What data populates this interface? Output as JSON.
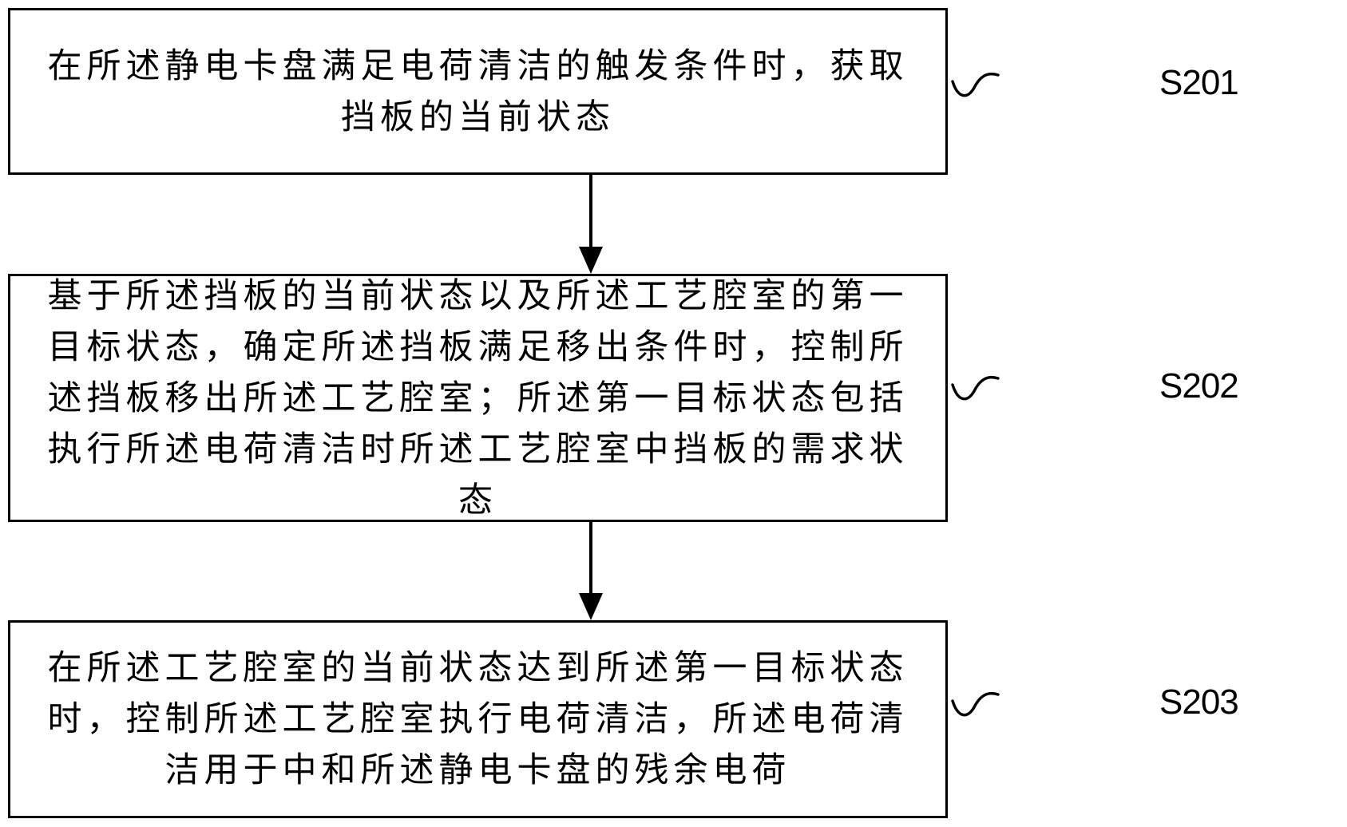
{
  "diagram": {
    "type": "flowchart",
    "direction": "top-to-bottom",
    "steps": [
      {
        "id": "S201",
        "label": "S201",
        "text": "在所述静电卡盘满足电荷清洁的触发条件时，获取挡板的当前状态"
      },
      {
        "id": "S202",
        "label": "S202",
        "text": "基于所述挡板的当前状态以及所述工艺腔室的第一目标状态，确定所述挡板满足移出条件时，控制所述挡板移出所述工艺腔室；所述第一目标状态包括执行所述电荷清洁时所述工艺腔室中挡板的需求状态"
      },
      {
        "id": "S203",
        "label": "S203",
        "text": "在所述工艺腔室的当前状态达到所述第一目标状态时，控制所述工艺腔室执行电荷清洁，所述电荷清洁用于中和所述静电卡盘的残余电荷"
      }
    ],
    "edges": [
      {
        "from": "S201",
        "to": "S202"
      },
      {
        "from": "S202",
        "to": "S203"
      }
    ],
    "colors": {
      "line": "#000000",
      "background": "#ffffff",
      "text": "#000000"
    }
  }
}
